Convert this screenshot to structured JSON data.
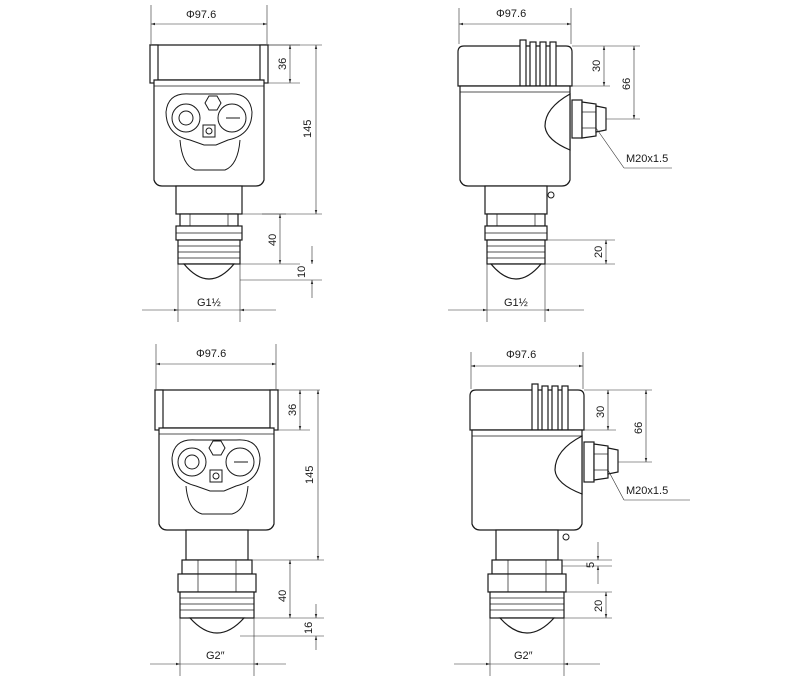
{
  "views": [
    {
      "id": "top-left-front",
      "diameter": "Φ97.6",
      "dims": [
        "36",
        "145",
        "40",
        "10"
      ],
      "thread": "G1½"
    },
    {
      "id": "top-right-side",
      "diameter": "Φ97.6",
      "dims": [
        "30",
        "66",
        "20"
      ],
      "cable_gland": "M20x1.5",
      "thread": "G1½"
    },
    {
      "id": "bottom-left-front",
      "diameter": "Φ97.6",
      "dims": [
        "36",
        "145",
        "40",
        "16"
      ],
      "thread": "G2″"
    },
    {
      "id": "bottom-right-side",
      "diameter": "Φ97.6",
      "dims": [
        "30",
        "66",
        "5",
        "20"
      ],
      "cable_gland": "M20x1.5",
      "thread": "G2″"
    }
  ]
}
